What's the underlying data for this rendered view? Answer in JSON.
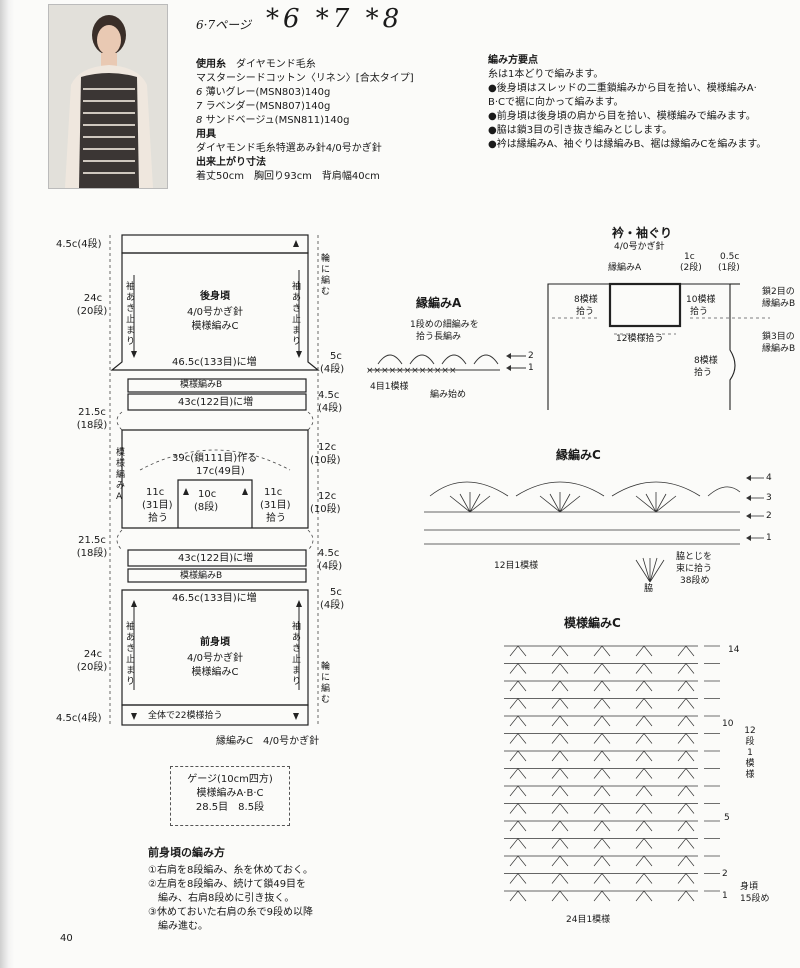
{
  "header": {
    "page_ref": "6·7ページ",
    "pattern_numbers": "*6 *7 *8"
  },
  "materials": {
    "yarn_heading": "使用糸",
    "yarn_brand": "ダイヤモンド毛糸",
    "yarn_name": "マスターシードコットン〈リネン〉[合太タイプ]",
    "colors": [
      {
        "no": "6",
        "text": "薄いグレー(MSN803)140g"
      },
      {
        "no": "7",
        "text": "ラベンダー(MSN807)140g"
      },
      {
        "no": "8",
        "text": "サンドベージュ(MSN811)140g"
      }
    ],
    "tools_heading": "用具",
    "tools_text": "ダイヤモンド毛糸特選あみ針4/0号かぎ針",
    "size_heading": "出来上がり寸法",
    "size_text": "着丈50cm　胸回り93cm　背肩幅40cm"
  },
  "points": {
    "heading": "編み方要点",
    "lines": [
      "糸は1本どりで編みます。",
      "●後身頃はスレッドの二重鎖編みから目を拾い、模様編みA·",
      "B·Cで裾に向かって編みます。",
      "●前身頃は後身頃の肩から目を拾い、模様編みで編みます。",
      "●脇は鎖3目の引き抜き編みとじします。",
      "●衿は縁編みA、袖ぐりは縁編みB、裾は縁編みCを編みます。"
    ]
  },
  "schematic": {
    "left_dims": [
      "4.5c(4段)",
      "24c",
      "(20段)",
      "21.5c",
      "(18段)",
      "21.5c",
      "(18段)",
      "24c",
      "(20段)",
      "4.5c(4段)"
    ],
    "back_title": "後身頃",
    "back_hook": "4/0号かぎ針",
    "back_pattern": "模様編みC",
    "front_title": "前身頃",
    "front_hook": "4/0号かぎ針",
    "front_pattern": "模様編みC",
    "sleeve_stop": "袖あき止まり",
    "ring_knit": "輪に編む",
    "inc_133": "46.5c(133目)に増",
    "inc_122": "43c(122目)に増",
    "inc_122b": "43c(122目)に増",
    "pattern_b": "模様編みB",
    "pattern_b2": "模様編みB",
    "pattern_a": "模様編みA",
    "neck_chain": "39c(鎖111目)作る",
    "neck_17": "17c(49目)",
    "neck_10": "10c",
    "neck_8": "(8段)",
    "side_11_a": "11c",
    "side_31_a": "(31目)",
    "pick": "拾う",
    "side_11_b": "11c",
    "side_31_b": "(31目)",
    "pick_b": "拾う",
    "right_dims": [
      "5c",
      "(4段)",
      "4.5c",
      "(4段)",
      "12c",
      "(10段)",
      "12c",
      "(10段)",
      "4.5c",
      "(4段)",
      "5c",
      "(4段)"
    ],
    "pick_22": "全体で22模様拾う",
    "edge_c": "縁編みC　4/0号かぎ針"
  },
  "gauge": {
    "title": "ゲージ(10cm四方)",
    "line1": "模様編みA·B·C",
    "line2": "28.5目　8.5段"
  },
  "front_method": {
    "title": "前身頃の編み方",
    "lines": [
      "①右肩を8段編み、糸を休めておく。",
      "②左肩を8段編み、続けて鎖49目を",
      "　編み、右肩8段めに引き抜く。",
      "③休めておいた右肩の糸で9段め以降",
      "　編み進む。"
    ]
  },
  "edge_a": {
    "title": "縁編みA",
    "note1": "1段めの細編みを",
    "note2": "拾う長編み",
    "repeat": "4目1模様",
    "start": "編み始め",
    "row1": "1",
    "row2": "2"
  },
  "collar": {
    "title": "衿・袖ぐり",
    "hook": "4/0号かぎ針",
    "edge_a": "縁編みA",
    "c1": "1c",
    "c1_rows": "(2段)",
    "c05": "0.5c",
    "c05_rows": "(1段)",
    "left_8": "8模様",
    "left_pick": "拾う",
    "top_12": "12模様拾う",
    "right_10": "10模様",
    "right_pick": "拾う",
    "chain2": "鎖2目の",
    "edge_b1": "縁編みB",
    "chain3": "鎖3目の",
    "edge_b2": "縁編みB",
    "bottom_8": "8模様",
    "bottom_pick": "拾う"
  },
  "edge_c_chart": {
    "title": "縁編みC",
    "repeat": "12目1模様",
    "side_join": "脇とじを",
    "bundle": "束に拾う",
    "row38": "38段め",
    "side": "脇",
    "rows": [
      "4",
      "3",
      "2",
      "1"
    ]
  },
  "pattern_c_chart": {
    "title": "模様編みC",
    "rows": [
      "14",
      "10",
      "5",
      "2",
      "1"
    ],
    "vertical": "12段1模様",
    "body": "身頃",
    "row15": "15段め",
    "repeat": "24目1模様"
  },
  "footer": {
    "page_number": "40"
  }
}
